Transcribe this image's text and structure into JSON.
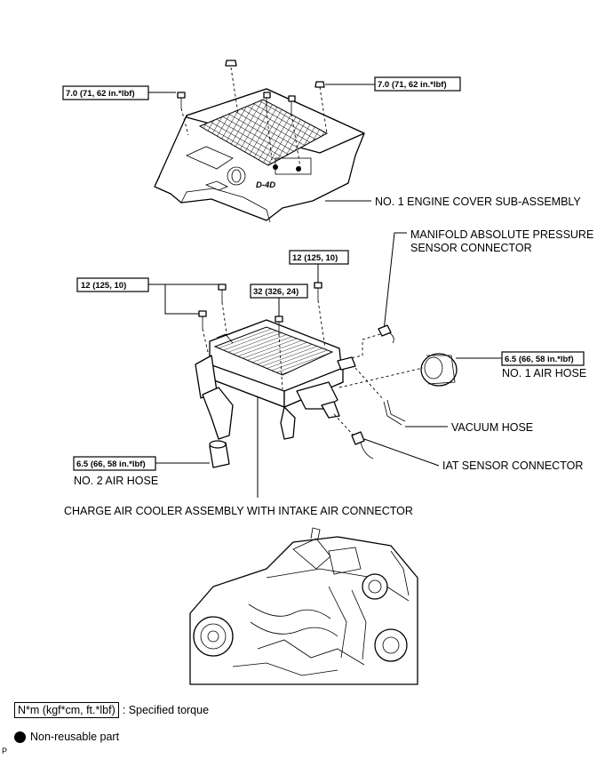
{
  "torque": {
    "cover_left": "7.0 (71, 62 in.*lbf)",
    "cover_right": "7.0 (71, 62 in.*lbf)",
    "cooler_left": "12 (125, 10)",
    "cooler_mid": "32 (326, 24)",
    "cooler_right": "12 (125, 10)",
    "air_hose_1": "6.5 (66, 58 in.*lbf)",
    "air_hose_2": "6.5 (66, 58 in.*lbf)"
  },
  "labels": {
    "engine_cover": "NO. 1 ENGINE COVER SUB-ASSEMBLY",
    "map_sensor_line1": "MANIFOLD ABSOLUTE PRESSURE",
    "map_sensor_line2": "SENSOR CONNECTOR",
    "air_hose_1": "NO. 1 AIR HOSE",
    "vacuum_hose": "VACUUM HOSE",
    "iat_sensor": "IAT SENSOR CONNECTOR",
    "air_hose_2": "NO. 2 AIR HOSE",
    "charge_air_cooler": "CHARGE AIR COOLER ASSEMBLY WITH INTAKE AIR CONNECTOR",
    "cover_logo": "D-4D"
  },
  "legend": {
    "torque_unit": "N*m (kgf*cm, ft.*lbf)",
    "torque_desc": ": Specified torque",
    "non_reusable": "Non-reusable part"
  },
  "corner_mark": "P"
}
